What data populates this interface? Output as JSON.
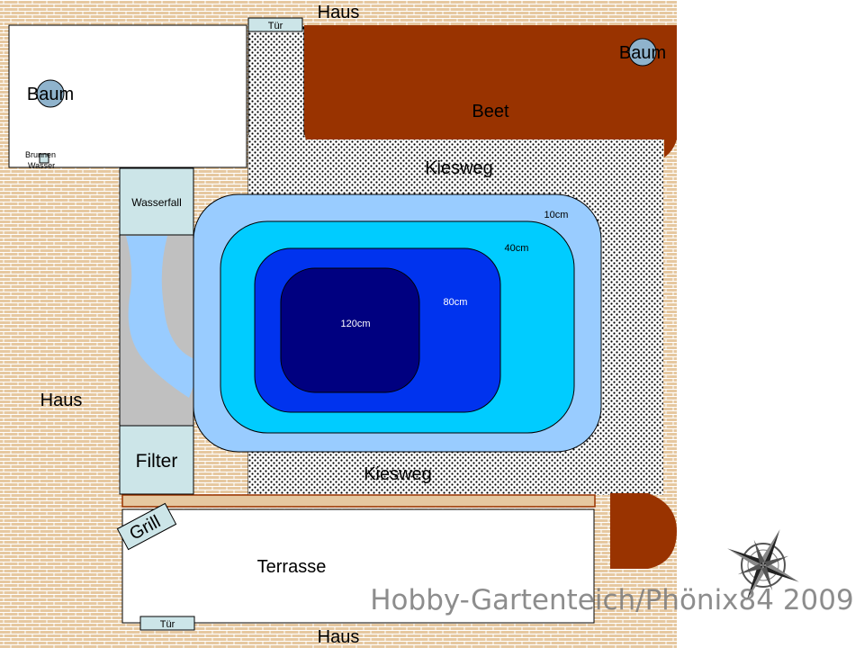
{
  "labels": {
    "haus_top": "Haus",
    "haus_left": "Haus",
    "haus_bottom": "Haus",
    "tuer_top": "Tür",
    "tuer_bottom": "Tür",
    "baum_left": "Baum",
    "baum_right": "Baum",
    "brunnen_line1": "Brunnen",
    "brunnen_line2": "Wasser",
    "beet": "Beet",
    "kiesweg_top": "Kiesweg",
    "kiesweg_bottom": "Kiesweg",
    "wasserfall": "Wasserfall",
    "filter": "Filter",
    "grill": "Grill",
    "terrasse": "Terrasse",
    "depth_10": "10cm",
    "depth_40": "40cm",
    "depth_80": "80cm",
    "depth_120": "120cm"
  },
  "watermark": "Hobby-Gartenteich/Phönix84 2009",
  "icons": {
    "tree": "tree-icon",
    "well": "well-icon",
    "compass": "compass-rose-icon"
  },
  "colors": {
    "brick": "#e6c8a0",
    "mortar": "#ffffff",
    "gravel": "#ffffff",
    "bed": "#993300",
    "zone_10": "#99ccff",
    "zone_40": "#00ccff",
    "zone_80": "#0033ee",
    "zone_120": "#000080",
    "stream": "#99ccff",
    "stone": "#c0c0c0",
    "box": "#cce5e8",
    "tree_fill": "#8fb3cc"
  }
}
